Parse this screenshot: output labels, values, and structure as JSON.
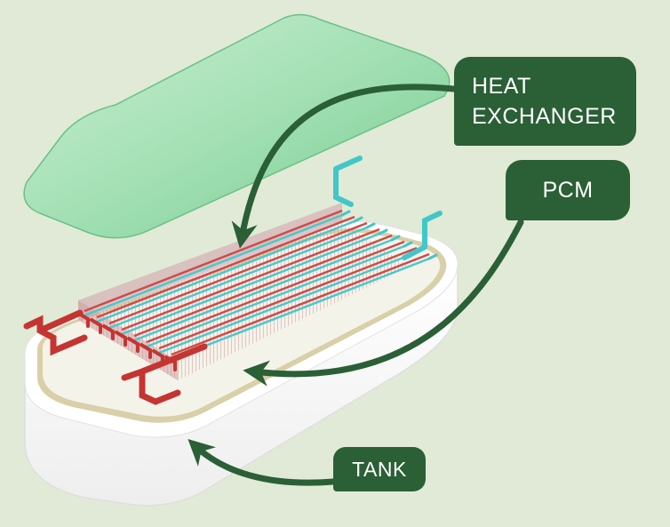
{
  "labels": {
    "heat_exchanger": [
      "HEAT",
      "EXCHANGER"
    ],
    "pcm": "PCM",
    "tank": "TANK"
  },
  "colors": {
    "background": "#e1ead6",
    "label_fill": "#2b5f36",
    "arrow": "#2b5f36",
    "lid": "#8fd8a4",
    "tank": "#fbfbfb",
    "pcm_layer": "#d8cfa7",
    "hot_pipe": "#c0312f",
    "cold_pipe": "#41c7c9",
    "fins": "#c98a8f"
  },
  "components": [
    "lid-icon",
    "heat-exchanger-icon",
    "pcm-layer-icon",
    "tank-icon"
  ],
  "counts": {
    "tube_rows": 8
  }
}
